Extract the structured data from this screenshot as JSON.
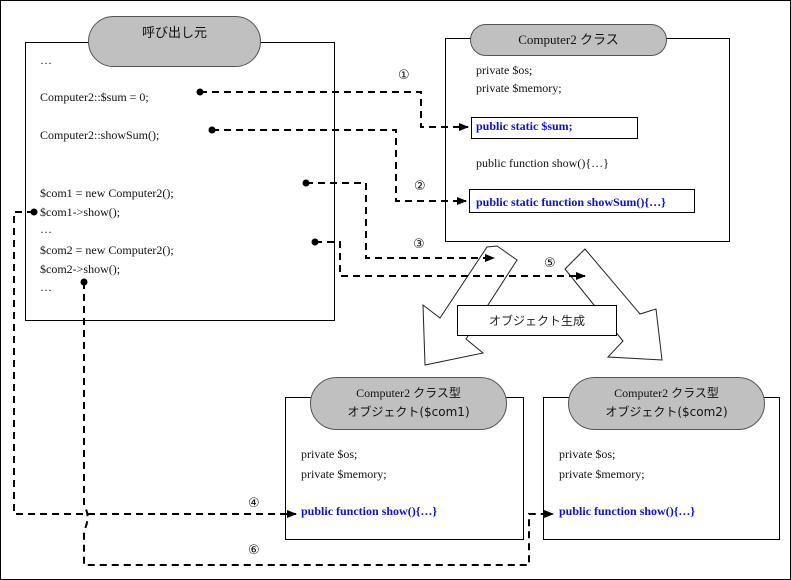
{
  "caller": {
    "title": "呼び出し元",
    "lines": [
      "…",
      "Computer2::$sum = 0;",
      "Computer2::showSum();",
      "$com1 = new Computer2();",
      "$com1->show();",
      "…",
      "$com2 = new Computer2();",
      "$com2->show();",
      "…"
    ]
  },
  "class_box": {
    "title": "Computer2 クラス",
    "private_os": "private $os;",
    "private_memory": "private $memory;",
    "static_sum": "public static $sum;",
    "show": "public function show(){…}",
    "static_showsum": "public static function showSum(){…}"
  },
  "creation_label": "オブジェクト生成",
  "object1": {
    "title_line1": "Computer2 クラス型",
    "title_line2": "オブジェクト($com1)",
    "private_os": "private $os;",
    "private_memory": "private $memory;",
    "show": "public function show(){…}"
  },
  "object2": {
    "title_line1": "Computer2 クラス型",
    "title_line2": "オブジェクト($com2)",
    "private_os": "private $os;",
    "private_memory": "private $memory;",
    "show": "public function show(){…}"
  },
  "step_numbers": [
    "①",
    "②",
    "③",
    "④",
    "⑤",
    "⑥"
  ],
  "colors": {
    "highlight_text": "#1010c8",
    "pill_fill": "#c0c0c0"
  }
}
